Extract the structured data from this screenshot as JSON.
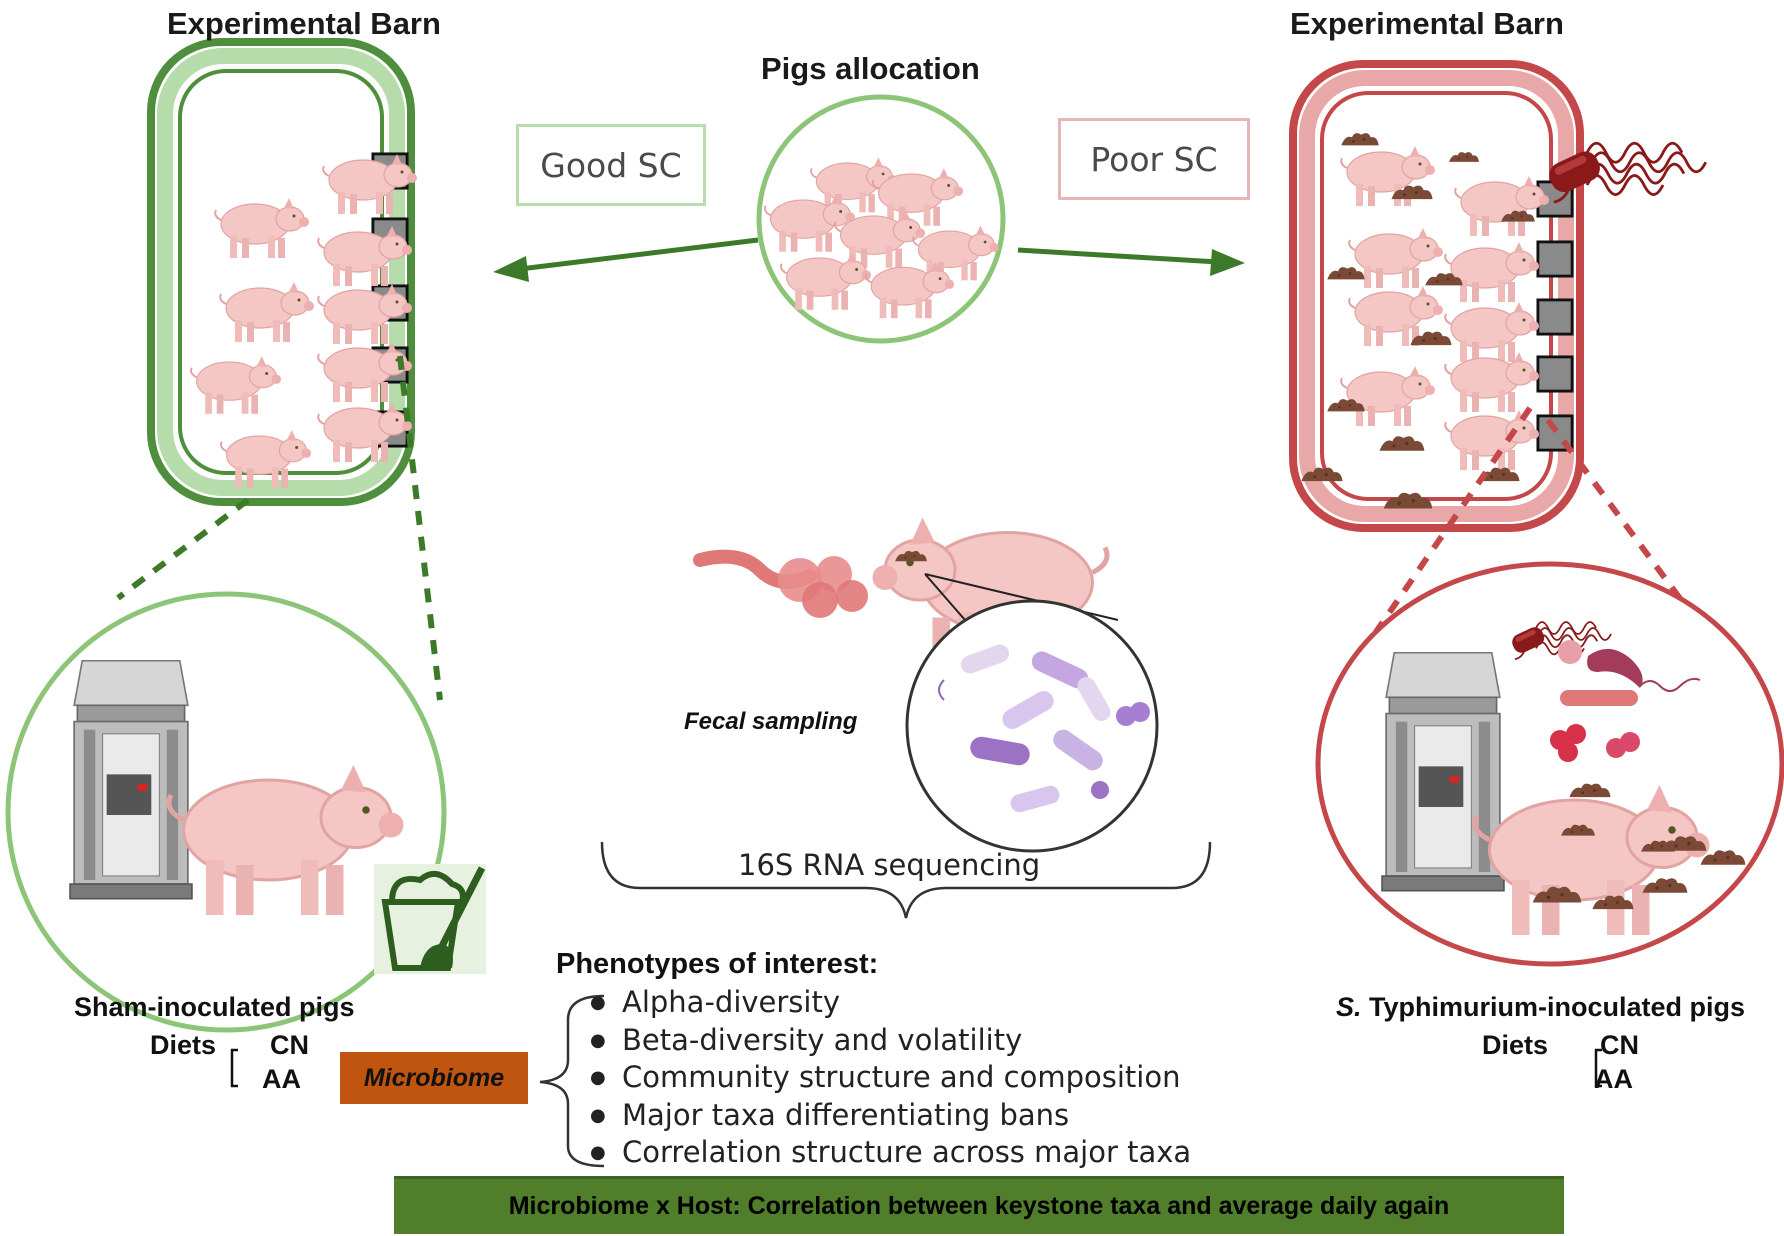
{
  "left_barn": {
    "title": "Experimental Barn",
    "box_label": "Good SC"
  },
  "right_barn": {
    "title": "Experimental Barn",
    "box_label": "Poor SC"
  },
  "center": {
    "title": "Pigs allocation",
    "fecal_label": "Fecal sampling",
    "sequencing_label": "16S RNA sequencing"
  },
  "left_group": {
    "label": "Sham-inoculated pigs",
    "diets_label": "Diets",
    "diet_1": "CN",
    "diet_2": "AA"
  },
  "right_group": {
    "label_italic": "S.",
    "label_rest": " Typhimurium-inoculated pigs",
    "diets_label": "Diets",
    "diet_1": "CN",
    "diet_2": "AA"
  },
  "phenotypes": {
    "heading": "Phenotypes of interest:",
    "tag": "Microbiome",
    "items": [
      "Alpha-diversity",
      "Beta-diversity and volatility",
      "Community structure and composition",
      "Major taxa differentiating bans",
      "Correlation structure across major taxa"
    ]
  },
  "banner": "Microbiome x Host: Correlation between keystone taxa and average daily again",
  "colors": {
    "green": "#4f8e3c",
    "light_green": "#a8d59a",
    "red": "#c4474a",
    "pig": "#f3c2c2",
    "manure": "#7a4a36",
    "bacterium": "#8a1a1a"
  },
  "icons": [
    "pig-icon",
    "feeder-icon",
    "cleaning-bucket-icon",
    "salmonella-icon",
    "manure-icon",
    "intestine-icon",
    "magnifier-icon"
  ]
}
